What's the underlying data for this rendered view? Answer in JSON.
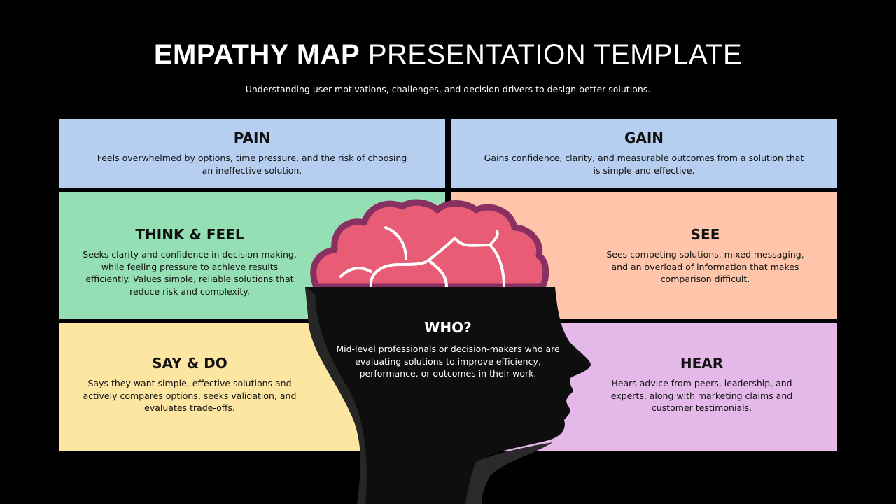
{
  "title": {
    "bold": "EMPATHY MAP",
    "rest": "PRESENTATION TEMPLATE"
  },
  "subtitle": "Understanding user motivations, challenges, and decision drivers to design better solutions.",
  "sections": {
    "pain": {
      "heading": "PAIN",
      "text": "Feels overwhelmed by options, time pressure, and the risk of choosing an ineffective solution.",
      "color": "#b6cff0"
    },
    "gain": {
      "heading": "GAIN",
      "text": "Gains confidence, clarity, and measurable outcomes from a solution that is simple and effective.",
      "color": "#b6cff0"
    },
    "think_feel": {
      "heading": "THINK & FEEL",
      "text": "Seeks clarity and confidence in decision-making, while feeling pressure to achieve results efficiently. Values simple, reliable solutions that reduce risk and complexity.",
      "color": "#95dfb5"
    },
    "see": {
      "heading": "SEE",
      "text": "Sees competing solutions, mixed messaging, and an overload of information that makes comparison difficult.",
      "color": "#fec5ab"
    },
    "say_do": {
      "heading": "SAY & DO",
      "text": "Says they want simple, effective solutions and actively compares options, seeks validation, and evaluates trade-offs.",
      "color": "#fde6a2"
    },
    "hear": {
      "heading": "HEAR",
      "text": "Hears advice from peers, leadership, and experts, along with marketing claims and customer testimonials.",
      "color": "#e4b9ea"
    },
    "who": {
      "heading": "WHO?",
      "text": "Mid-level professionals or decision-makers who are evaluating solutions to improve efficiency, performance, or outcomes in their work."
    }
  },
  "colors": {
    "brain": "#e85d75",
    "brain_outline": "#8a2f62",
    "head": "#0e0e0e"
  }
}
